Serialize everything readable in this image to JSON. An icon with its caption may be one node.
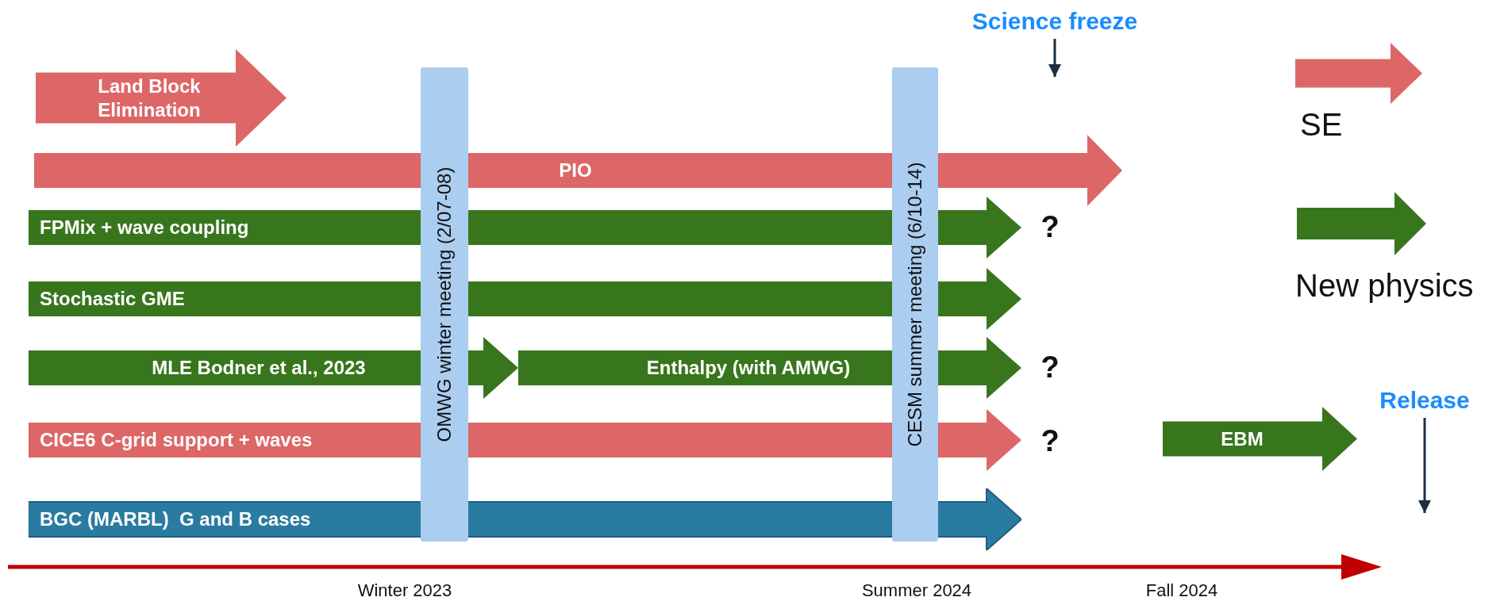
{
  "diagram": {
    "nodes": [
      {
        "text": [
          "Land Block Elimination"
        ]
      },
      {
        "text": [
          "PIO"
        ]
      },
      {
        "text": [
          "FPMix + wave coupling"
        ]
      },
      {
        "text": [
          "Stochastic GME"
        ]
      },
      {
        "text": [
          "MLE Bodner et al., 2023"
        ]
      },
      {
        "text": [
          "Enthalpy (with AMWG)"
        ]
      },
      {
        "text": [
          "CICE6 C-grid support + waves"
        ]
      },
      {
        "text": [
          "BGC (MARBL)  G and B cases"
        ]
      },
      {
        "text": [
          "EBM"
        ]
      },
      {
        "text": [
          "OMWG winter meeting (2/07-08)"
        ]
      },
      {
        "text": [
          "CESM summer meeting (6/10-14)"
        ]
      },
      {
        "text": [
          "Science freeze"
        ]
      },
      {
        "text": [
          "Release"
        ]
      }
    ],
    "edges": [
      {
        "from": 11,
        "to": null,
        "arrow": "to"
      },
      {
        "from": 12,
        "to": null,
        "arrow": "to"
      }
    ],
    "labels": [
      "?",
      "?",
      "?",
      "Winter 2023",
      "Summer 2024",
      "Fall 2024"
    ],
    "legend": [
      {
        "text": "SE",
        "color": "#dd6666"
      },
      {
        "text": "New physics",
        "color": "#38761d"
      }
    ]
  }
}
